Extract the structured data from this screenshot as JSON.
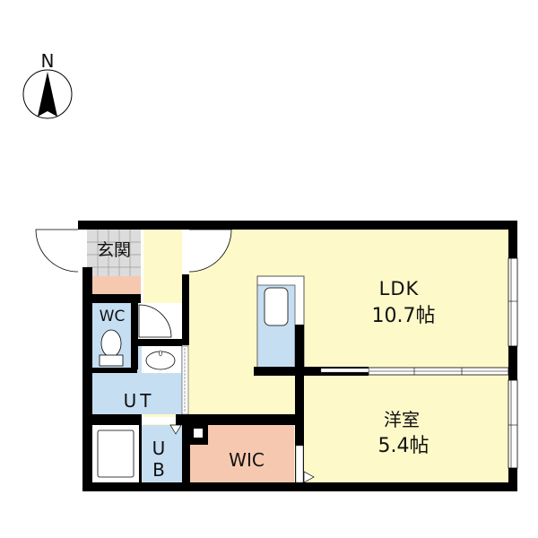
{
  "compass": {
    "label": "N"
  },
  "rooms": {
    "entrance": {
      "label": "玄関"
    },
    "wc": {
      "label": "WC"
    },
    "ut": {
      "label": "UT"
    },
    "ub": {
      "label": "UB"
    },
    "wic": {
      "label": "WIC"
    },
    "ldk": {
      "label": "LDK",
      "size": "10.7帖"
    },
    "western": {
      "label": "洋室",
      "size": "5.4帖"
    }
  },
  "colors": {
    "wall": "#000000",
    "living": "#fdf9c9",
    "water": "#c6def2",
    "entrance_tile": "#dcdcdc",
    "storage": "#f7c8b0",
    "background": "#ffffff"
  }
}
